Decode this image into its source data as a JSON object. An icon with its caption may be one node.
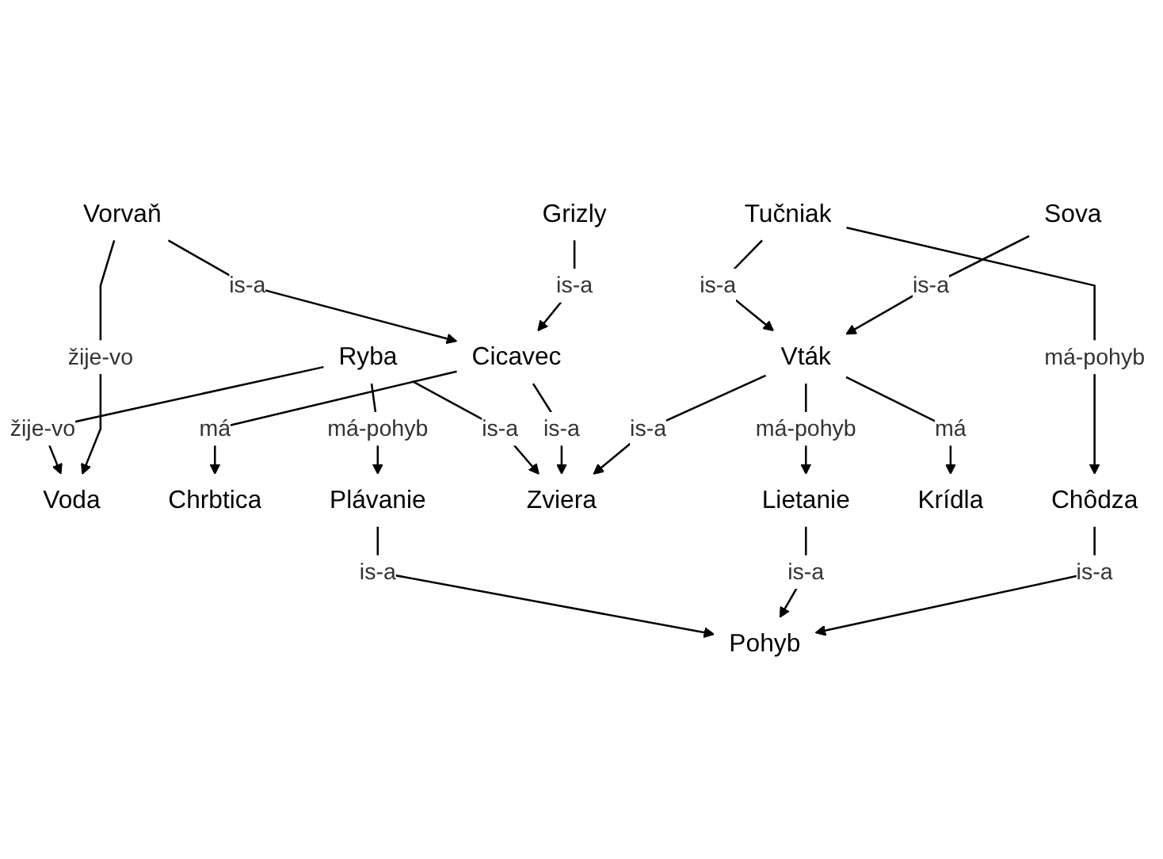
{
  "diagram": {
    "nodes": [
      {
        "text": [
          "Voda"
        ]
      },
      {
        "text": [
          "Ryba"
        ]
      },
      {
        "text": [
          "Vorvaň"
        ]
      },
      {
        "text": [
          "Chrbtica"
        ]
      },
      {
        "text": [
          "Plávanie"
        ]
      },
      {
        "text": [
          "Cicavec"
        ]
      },
      {
        "text": [
          "Zviera"
        ]
      },
      {
        "text": [
          "Grizly"
        ]
      },
      {
        "text": [
          "Pohyb"
        ]
      },
      {
        "text": [
          "Lietanie"
        ]
      },
      {
        "text": [
          "Vták"
        ]
      },
      {
        "text": [
          "Krídla"
        ]
      },
      {
        "text": [
          "Tučniak"
        ]
      },
      {
        "text": [
          "Sova"
        ]
      },
      {
        "text": [
          "Chôdza"
        ]
      }
    ],
    "edges": [
      {
        "from": 1,
        "to": 0,
        "arrow": "to",
        "label": "žije-vo"
      },
      {
        "from": 2,
        "to": 0,
        "arrow": "to",
        "label": "žije-vo"
      },
      {
        "from": 1,
        "to": 4,
        "arrow": "to",
        "label": "má-pohyb"
      },
      {
        "from": 1,
        "to": 6,
        "arrow": "to",
        "label": "is-a"
      },
      {
        "from": 2,
        "to": 5,
        "arrow": "to",
        "label": "is-a"
      },
      {
        "from": 5,
        "to": 3,
        "arrow": "to",
        "label": "má"
      },
      {
        "from": 5,
        "to": 6,
        "arrow": "to",
        "label": "is-a"
      },
      {
        "from": 7,
        "to": 5,
        "arrow": "to",
        "label": "is-a"
      },
      {
        "from": 4,
        "to": 8,
        "arrow": "to",
        "label": "is-a"
      },
      {
        "from": 10,
        "to": 6,
        "arrow": "to",
        "label": "is-a"
      },
      {
        "from": 10,
        "to": 9,
        "arrow": "to",
        "label": "má-pohyb"
      },
      {
        "from": 9,
        "to": 8,
        "arrow": "to",
        "label": "is-a"
      },
      {
        "from": 10,
        "to": 11,
        "arrow": "to",
        "label": "má"
      },
      {
        "from": 12,
        "to": 10,
        "arrow": "to",
        "label": "is-a"
      },
      {
        "from": 13,
        "to": 10,
        "arrow": "to",
        "label": "is-a"
      },
      {
        "from": 12,
        "to": 14,
        "arrow": "to",
        "label": "má-pohyb"
      },
      {
        "from": 14,
        "to": 8,
        "arrow": "to",
        "label": "is-a"
      }
    ]
  }
}
